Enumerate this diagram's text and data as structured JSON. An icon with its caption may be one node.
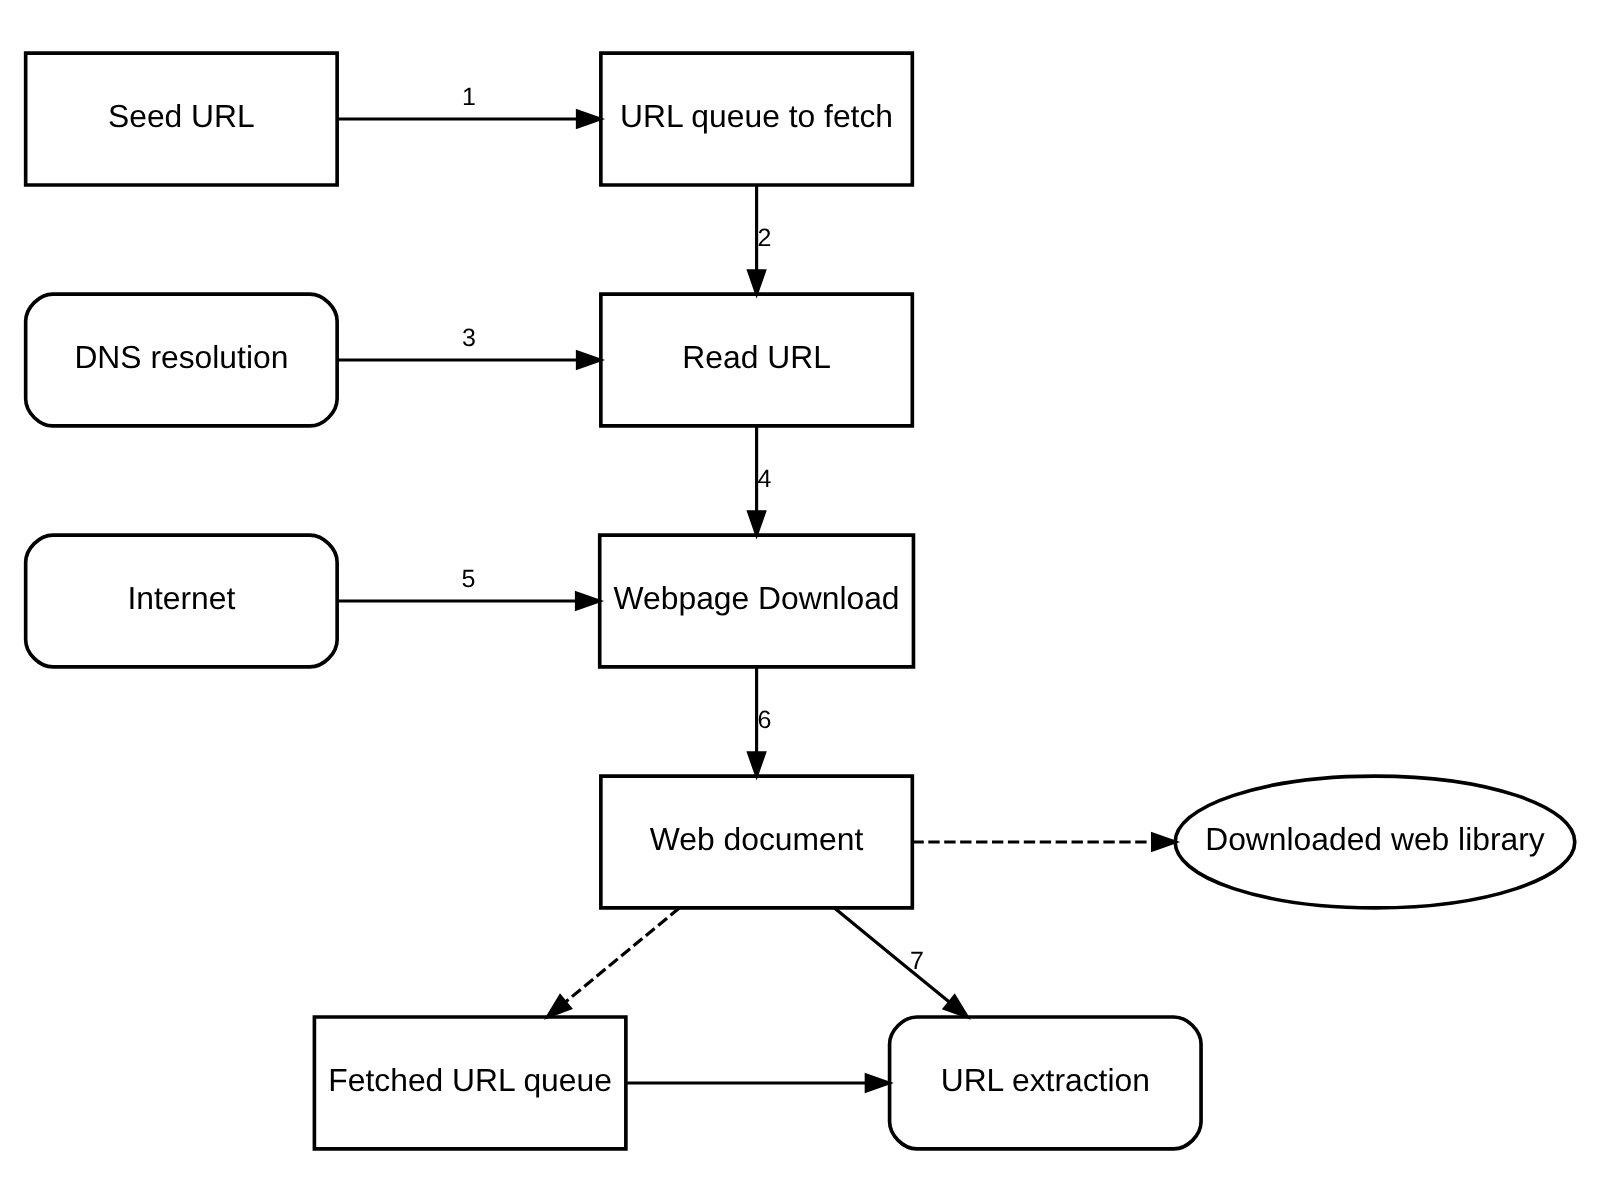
{
  "diagram": {
    "nodes": [
      {
        "text": [
          "Seed URL"
        ]
      },
      {
        "text": [
          "URL queue to fetch"
        ]
      },
      {
        "text": [
          "Read URL"
        ]
      },
      {
        "text": [
          "DNS resolution"
        ]
      },
      {
        "text": [
          "Webpage Download"
        ]
      },
      {
        "text": [
          "Internet"
        ]
      },
      {
        "text": [
          "Downloaded web library"
        ]
      },
      {
        "text": [
          "Web document"
        ]
      },
      {
        "text": [
          "Fetched URL queue"
        ]
      },
      {
        "text": [
          "URL extraction"
        ]
      }
    ],
    "edges": [
      {
        "from": 0,
        "to": 1,
        "arrow": "to",
        "label": "1"
      },
      {
        "from": 1,
        "to": 2,
        "arrow": "to",
        "label": "2"
      },
      {
        "from": 3,
        "to": 2,
        "arrow": "to",
        "label": "3"
      },
      {
        "from": 2,
        "to": 4,
        "arrow": "to",
        "label": "4"
      },
      {
        "from": 5,
        "to": 4,
        "arrow": "to",
        "label": "5"
      },
      {
        "from": 4,
        "to": 7,
        "arrow": "to",
        "label": "6"
      },
      {
        "from": 7,
        "to": 6,
        "arrow": "to",
        "style": "dashed"
      },
      {
        "from": 7,
        "to": 8,
        "arrow": "to",
        "style": "dashed"
      },
      {
        "from": 7,
        "to": 9,
        "arrow": "to",
        "label": "7"
      },
      {
        "from": 8,
        "to": 9,
        "arrow": "to"
      }
    ]
  }
}
